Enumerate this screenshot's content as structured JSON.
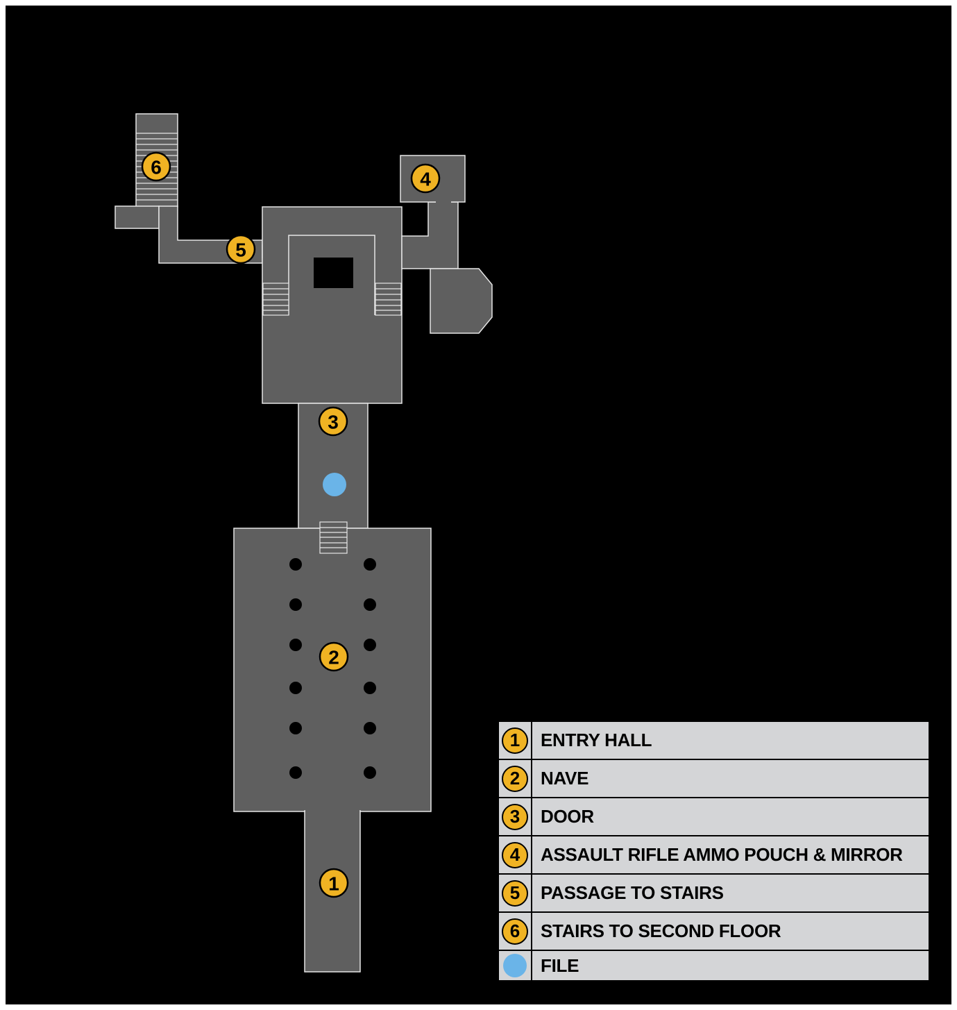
{
  "map": {
    "markers": [
      {
        "id": "1",
        "label": "1"
      },
      {
        "id": "2",
        "label": "2"
      },
      {
        "id": "3",
        "label": "3"
      },
      {
        "id": "4",
        "label": "4"
      },
      {
        "id": "5",
        "label": "5"
      },
      {
        "id": "6",
        "label": "6"
      }
    ],
    "colors": {
      "background": "#000000",
      "room_fill": "#5f5f5f",
      "room_outline": "#e6e6e6",
      "marker": "#f0b323",
      "file": "#6ab4e8",
      "legend_bg": "#d4d5d7"
    }
  },
  "legend": {
    "items": [
      {
        "key": "1",
        "label": "ENTRY HALL"
      },
      {
        "key": "2",
        "label": "NAVE"
      },
      {
        "key": "3",
        "label": "DOOR"
      },
      {
        "key": "4",
        "label": "ASSAULT RIFLE AMMO POUCH & MIRROR"
      },
      {
        "key": "5",
        "label": "PASSAGE TO STAIRS"
      },
      {
        "key": "6",
        "label": "STAIRS TO SECOND FLOOR"
      }
    ],
    "file": {
      "icon": "blue-dot-icon",
      "label": "FILE"
    }
  }
}
